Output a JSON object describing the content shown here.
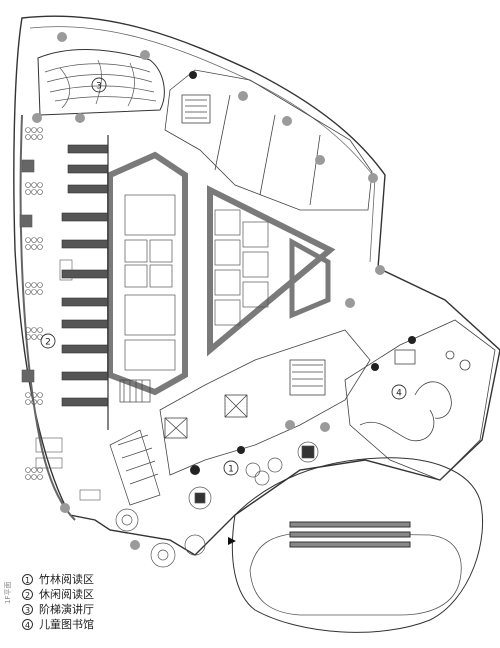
{
  "zones": [
    {
      "id": "1",
      "marker": "①",
      "label": "竹林阅读区"
    },
    {
      "id": "2",
      "marker": "②",
      "label": "休闲阅读区"
    },
    {
      "id": "3",
      "marker": "③",
      "label": "阶梯演讲厅"
    },
    {
      "id": "4",
      "marker": "④",
      "label": "儿童图书馆"
    }
  ],
  "floor_tag": "1F平面",
  "colors": {
    "line": "#333333",
    "dark": "#555555",
    "core": "#7a7a7a",
    "grey": "#9a9a9a"
  }
}
